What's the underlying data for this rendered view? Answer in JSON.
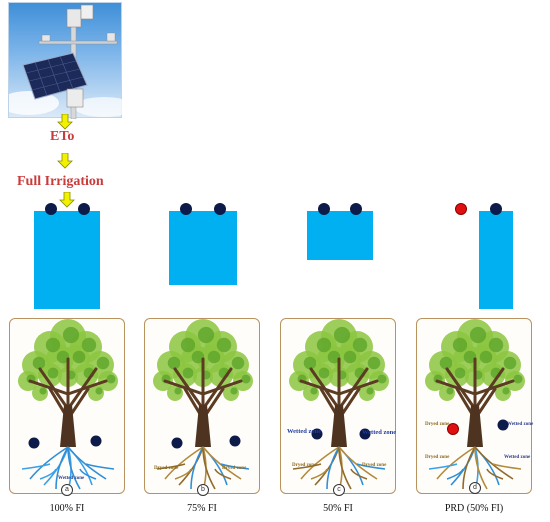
{
  "steps": {
    "eto": "ETo",
    "full_irrigation": "Full Irrigation"
  },
  "colors": {
    "water": "#00b0f0",
    "emitter": "#0d1b4a",
    "emitter_wet_side": "#e01010",
    "arrow": "#f2f200",
    "title_red": "#c83c3c"
  },
  "treatments": [
    {
      "caption": "100% FI",
      "badge": "a",
      "water_fraction": 1.0,
      "zones": {
        "wetted": "Wetted zone"
      }
    },
    {
      "caption": "75% FI",
      "badge": "b",
      "water_fraction": 0.75,
      "zones": {
        "dried_left": "Dryed zone",
        "dried_right": "Dryed zone"
      }
    },
    {
      "caption": "50% FI",
      "badge": "c",
      "water_fraction": 0.5,
      "zones": {
        "wetted_left": "Wetted zone",
        "wetted_right": "Wetted zone",
        "dried_left": "Dryed zone",
        "dried_right": "Dryed zone"
      }
    },
    {
      "caption": "PRD (50% FI)",
      "badge": "d",
      "water_fraction": 1.0,
      "zones": {
        "dried_top": "Dryed zone",
        "wetted_top": "Wetted zone",
        "dried_bottom": "Dryed zone",
        "wetted_bottom": "Wetted zone"
      }
    }
  ]
}
